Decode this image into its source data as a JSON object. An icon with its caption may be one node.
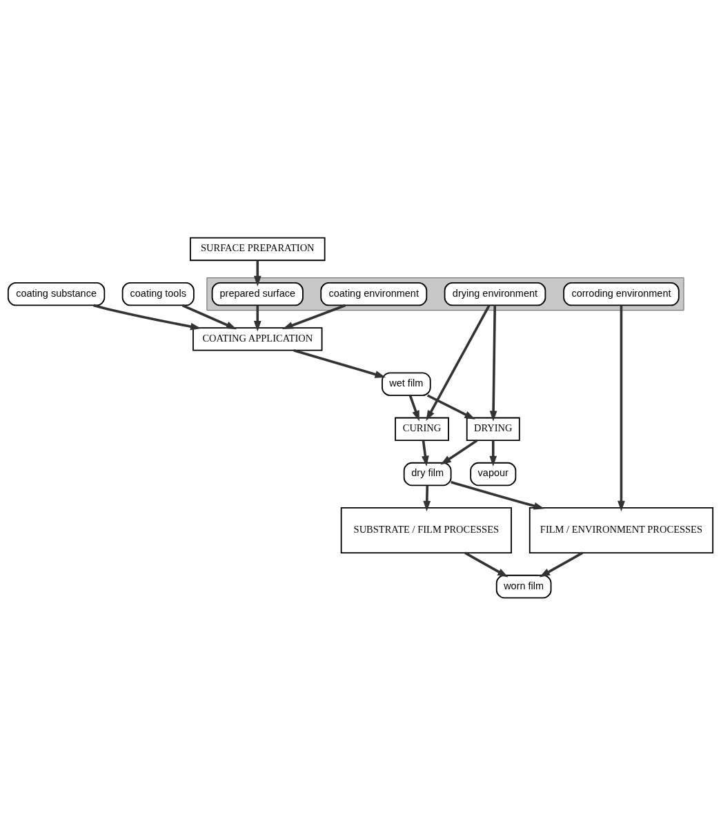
{
  "diagram": {
    "nodes": [
      {
        "text": [
          "SURFACE PREPARATION"
        ]
      },
      {
        "text": [],
        "shape": "band"
      },
      {
        "text": [
          "coating environment"
        ],
        "in": 1
      },
      {
        "text": [
          "prepared surface"
        ],
        "in": 1
      },
      {
        "text": [
          "coating substance"
        ]
      },
      {
        "text": [
          "coating tools"
        ]
      },
      {
        "text": [
          "COATING APPLICATION"
        ]
      },
      {
        "text": [
          "drying environment"
        ],
        "in": 1
      },
      {
        "text": [
          "wet film"
        ]
      },
      {
        "text": [
          "CURING"
        ]
      },
      {
        "text": [
          "DRYING"
        ]
      },
      {
        "text": [
          "dry film"
        ]
      },
      {
        "text": [
          "vapour"
        ]
      },
      {
        "text": [
          "corroding environment"
        ],
        "in": 1
      },
      {
        "text": [
          "FILM / ENVIRONMENT PROCESSES"
        ]
      },
      {
        "text": [
          "SUBSTRATE / FILM PROCESSES"
        ]
      },
      {
        "text": [
          "worn film"
        ]
      }
    ],
    "edges": [
      {
        "from": 0,
        "to": 3,
        "arrow": "to"
      },
      {
        "from": 2,
        "to": 6,
        "arrow": "to"
      },
      {
        "from": 3,
        "to": 6,
        "arrow": "to"
      },
      {
        "from": 4,
        "to": 6,
        "arrow": "to"
      },
      {
        "from": 5,
        "to": 6,
        "arrow": "to"
      },
      {
        "from": 6,
        "to": 8,
        "arrow": "to"
      },
      {
        "from": 7,
        "to": 9,
        "arrow": "to"
      },
      {
        "from": 7,
        "to": 10,
        "arrow": "to"
      },
      {
        "from": 8,
        "to": 9,
        "arrow": "to"
      },
      {
        "from": 8,
        "to": 10,
        "arrow": "to"
      },
      {
        "from": 9,
        "to": 11,
        "arrow": "to"
      },
      {
        "from": 10,
        "to": 11,
        "arrow": "to"
      },
      {
        "from": 10,
        "to": 12,
        "arrow": "to"
      },
      {
        "from": 13,
        "to": 14,
        "arrow": "to"
      },
      {
        "from": 11,
        "to": 14,
        "arrow": "to"
      },
      {
        "from": 11,
        "to": 15,
        "arrow": "to"
      },
      {
        "from": 14,
        "to": 16,
        "arrow": "to"
      },
      {
        "from": 15,
        "to": 16,
        "arrow": "to"
      }
    ]
  }
}
